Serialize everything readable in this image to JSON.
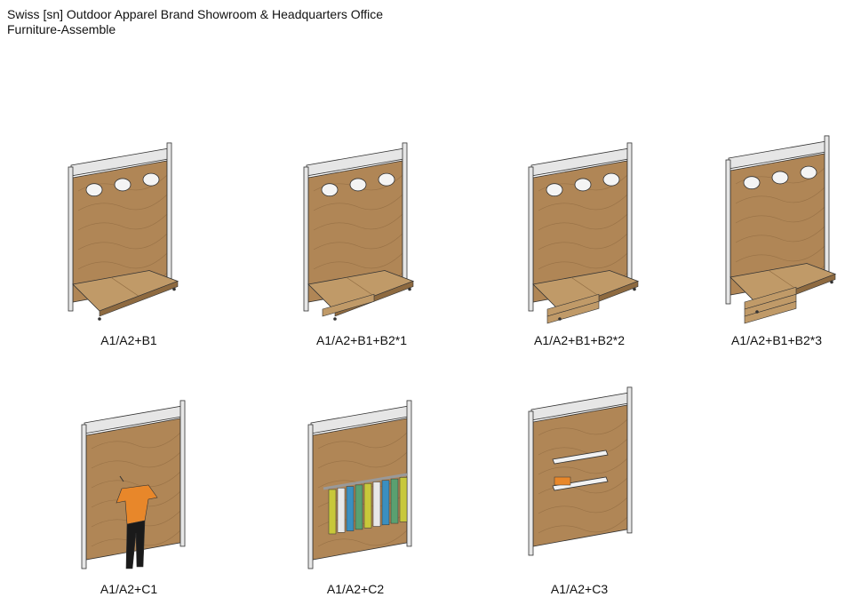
{
  "title": {
    "line1": "Swiss [sn] Outdoor Apparel Brand Showroom & Headquarters Office",
    "line2": "Furniture-Assemble"
  },
  "units": [
    {
      "label": "A1/A2+B1",
      "base": "bench",
      "drawers": 0,
      "accessory": "none"
    },
    {
      "label": "A1/A2+B1+B2*1",
      "base": "bench",
      "drawers": 1,
      "accessory": "none"
    },
    {
      "label": "A1/A2+B1+B2*2",
      "base": "bench",
      "drawers": 2,
      "accessory": "none"
    },
    {
      "label": "A1/A2+B1+B2*3",
      "base": "bench",
      "drawers": 3,
      "accessory": "none"
    },
    {
      "label": "A1/A2+C1",
      "base": "none",
      "drawers": 0,
      "accessory": "hook-with-garment"
    },
    {
      "label": "A1/A2+C2",
      "base": "none",
      "drawers": 0,
      "accessory": "hanging-rail"
    },
    {
      "label": "A1/A2+C3",
      "base": "none",
      "drawers": 0,
      "accessory": "shelves"
    }
  ],
  "colors": {
    "wood": "#b08656",
    "wood_dark": "#8e6a40",
    "bench": "#c09a68",
    "frame": "#e6e6e6",
    "outline": "#333333",
    "garment_orange": "#e8872a",
    "garment_black": "#1a1a1a",
    "shirt_yellow": "#c8c83a",
    "shirt_blue": "#3a8fc0",
    "shirt_green": "#5aa070",
    "shirt_white": "#e8e8e8"
  }
}
